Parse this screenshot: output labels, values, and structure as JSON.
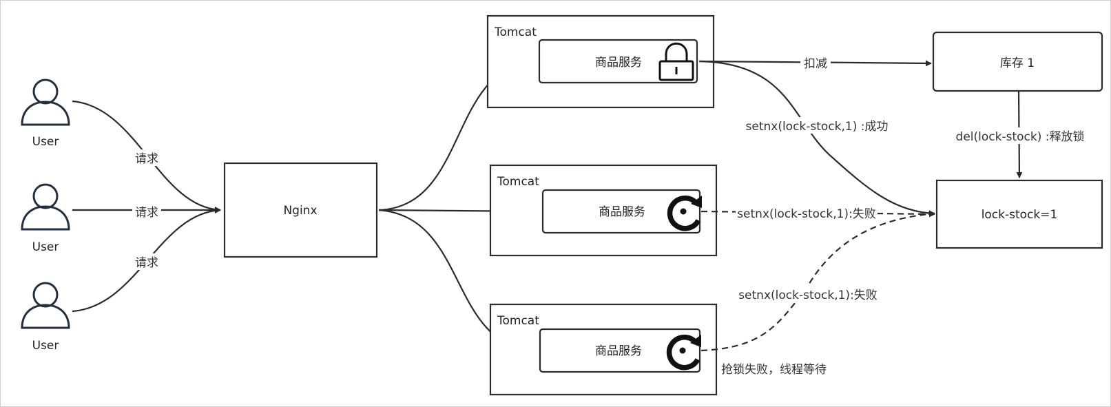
{
  "users": [
    {
      "label": "User"
    },
    {
      "label": "User"
    },
    {
      "label": "User"
    }
  ],
  "request_labels": [
    "请求",
    "请求",
    "请求"
  ],
  "nginx": {
    "label": "Nginx"
  },
  "tomcats": [
    {
      "title": "Tomcat",
      "service": "商品服务",
      "icon": "lock-icon"
    },
    {
      "title": "Tomcat",
      "service": "商品服务",
      "icon": "refresh-icon"
    },
    {
      "title": "Tomcat",
      "service": "商品服务",
      "icon": "refresh-icon"
    }
  ],
  "stock": {
    "label": "库存 1"
  },
  "lock_store": {
    "label": "lock-stock=1"
  },
  "edges": {
    "deduct": "扣减",
    "setnx_success": "setnx(lock-stock,1) :成功",
    "setnx_fail_1": "setnx(lock-stock,1):失败",
    "setnx_fail_2": "setnx(lock-stock,1):失败",
    "release": "del(lock-stock) :释放锁",
    "wait_note": "抢锁失败，线程等待"
  },
  "colors": {
    "stroke": "#2b2b2b",
    "user_stroke": "#232f3e"
  }
}
